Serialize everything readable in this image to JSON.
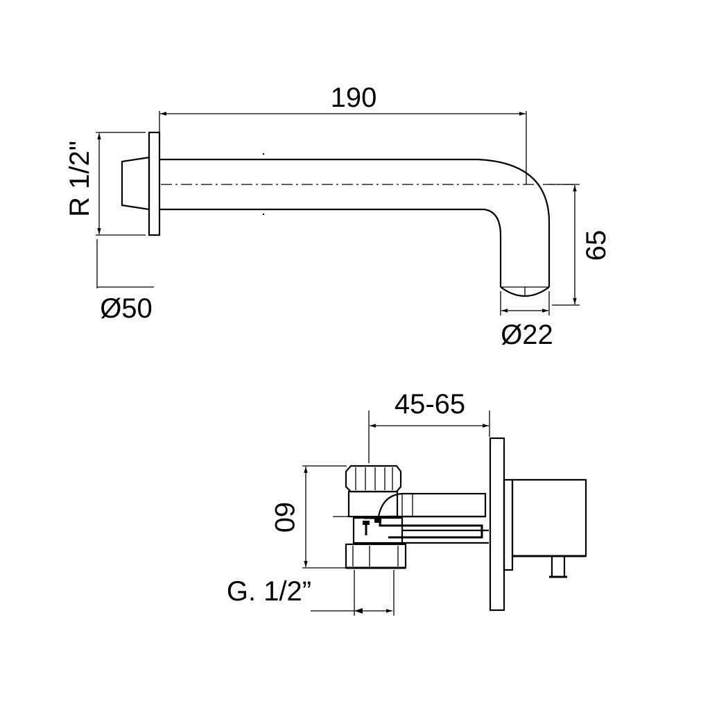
{
  "top_view": {
    "length_label": "190",
    "thread_label": "R 1/2\"",
    "flange_diameter_label": "Ø50",
    "height_label": "65",
    "outlet_diameter_label": "Ø22"
  },
  "bottom_view": {
    "depth_range_label": "45-65",
    "height_label": "60",
    "connection_label": "G. 1/2”"
  }
}
